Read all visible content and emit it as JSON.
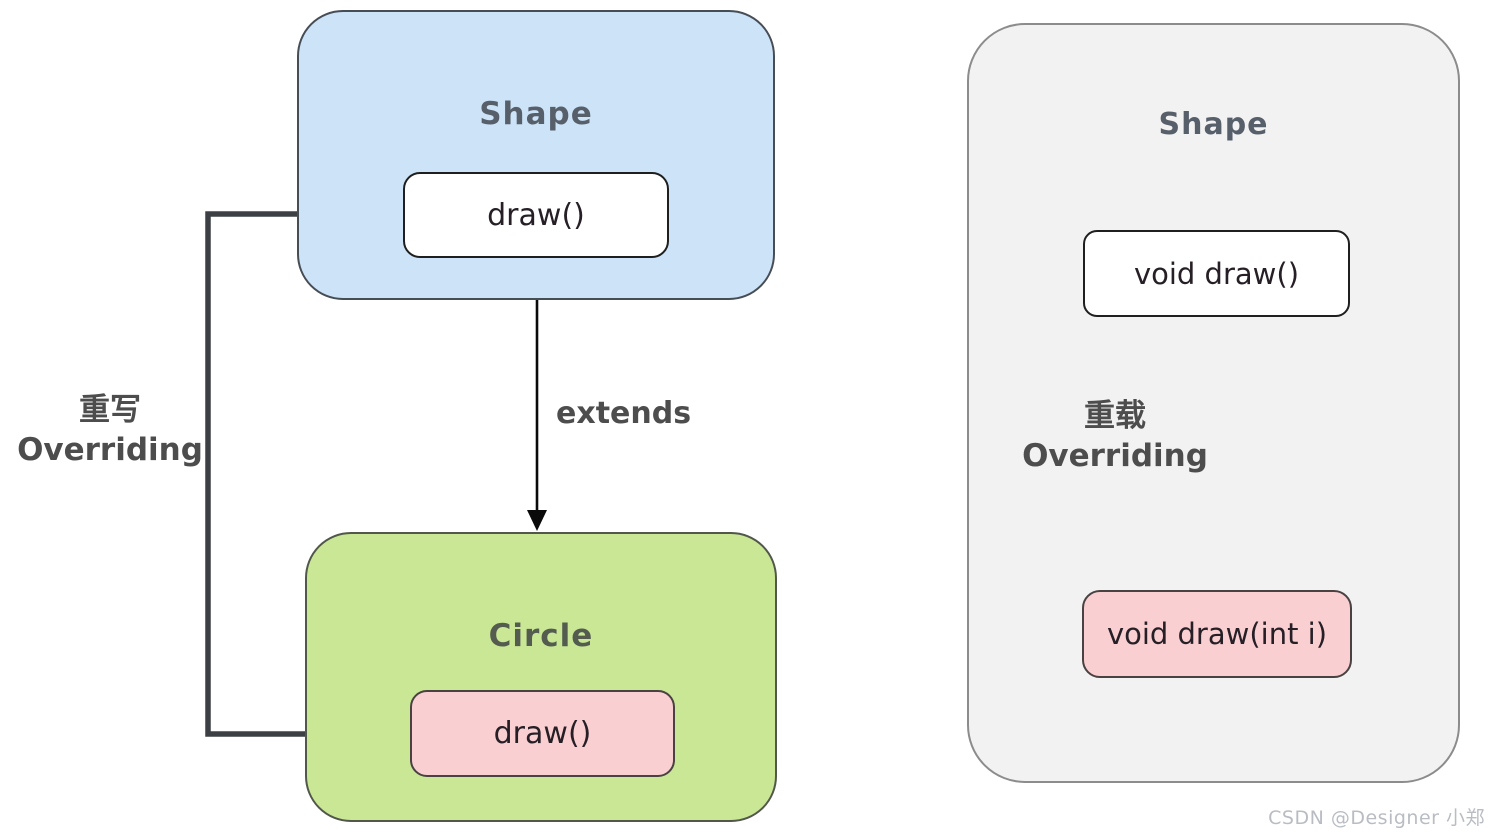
{
  "left_diagram": {
    "parent_class": {
      "title": "Shape",
      "method": "draw()"
    },
    "child_class": {
      "title": "Circle",
      "method": "draw()"
    },
    "extends_label": "extends",
    "relation": {
      "zh": "重写",
      "en": "Overriding"
    }
  },
  "right_diagram": {
    "class_title": "Shape",
    "method_base": "void draw()",
    "method_overloaded": "void draw(int i)",
    "relation": {
      "zh": "重载",
      "en": "Overriding"
    }
  },
  "watermark": "CSDN @Designer 小郑",
  "colors": {
    "blue_fill": "#cce3f8",
    "blue_border": "#474d55",
    "green_fill": "#c9e795",
    "green_border": "#51574a",
    "pink_fill": "#f9cfd2",
    "pink_border": "#4a4242",
    "panel_fill": "#f2f2f3",
    "panel_border": "#8c8c8c",
    "method_border": "#1f1f1f",
    "method_text": "#262026",
    "title_color": "#575f6a",
    "title_color_green": "#545c50",
    "label_color": "#4d4d4d",
    "connector_color": "#3c4044",
    "arrow_color": "#0a0a0a",
    "watermark_color": "#b9bdc3"
  }
}
